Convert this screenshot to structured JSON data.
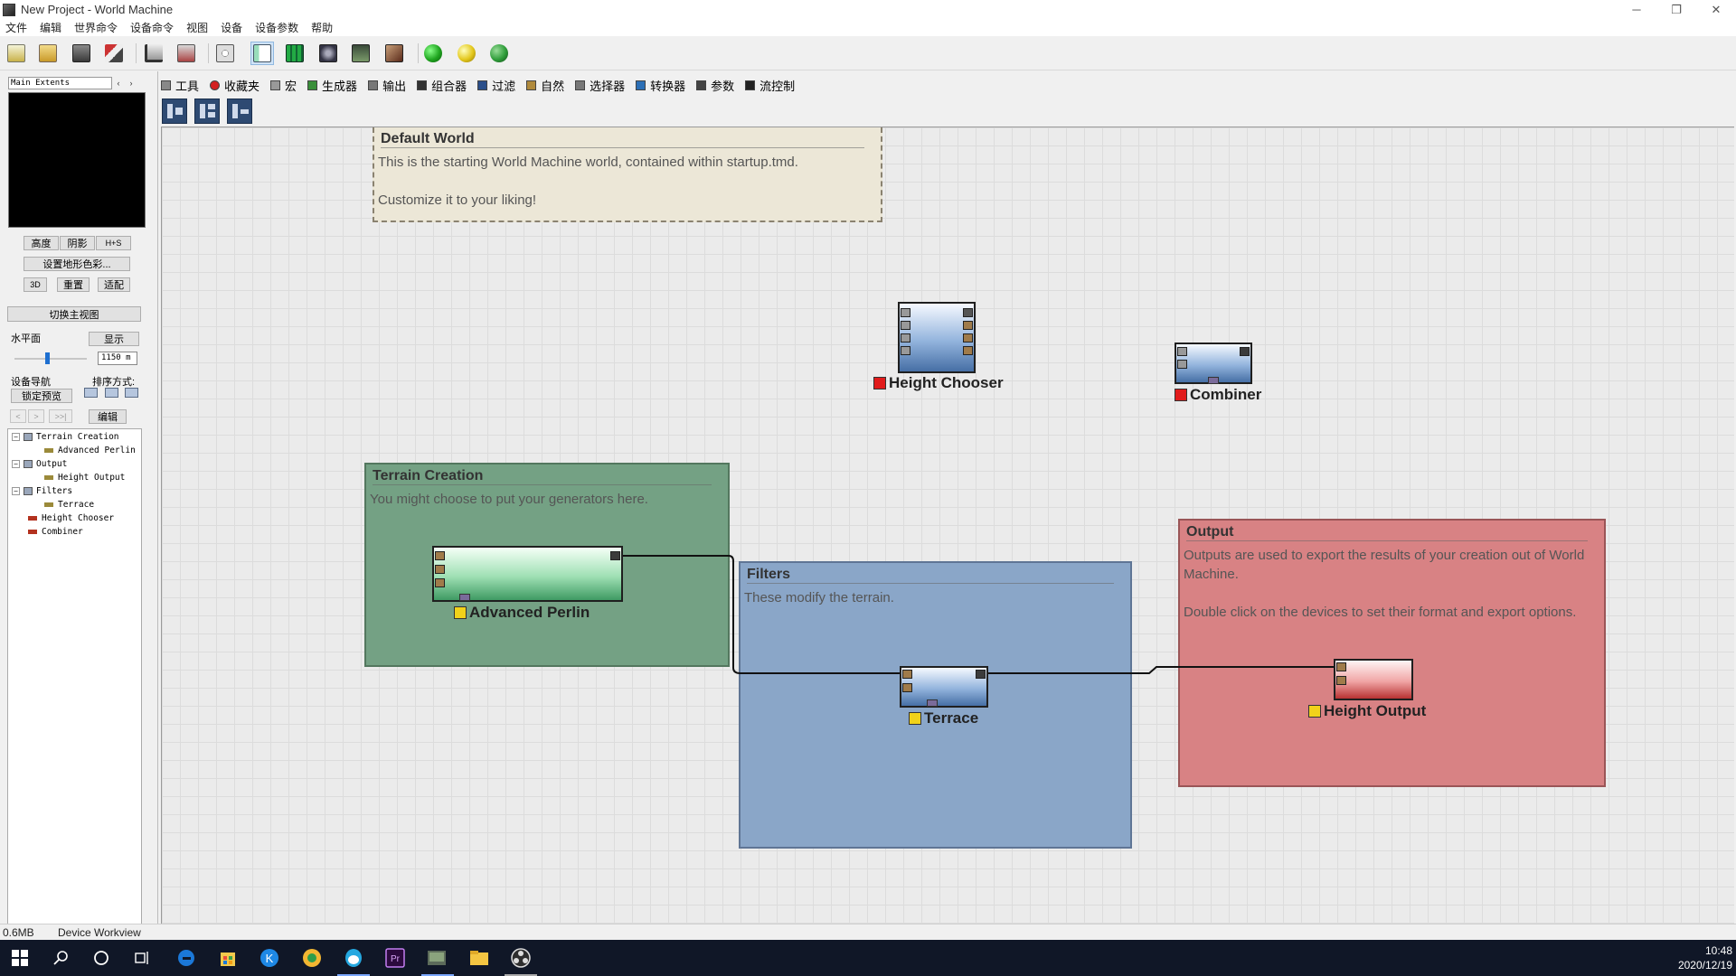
{
  "window": {
    "title": "New Project - World Machine",
    "minimize": "─",
    "maximize": "❐",
    "close": "✕"
  },
  "menu": [
    "文件",
    "编辑",
    "世界命令",
    "设备命令",
    "视图",
    "设备",
    "设备参数",
    "帮助"
  ],
  "toolbar": {
    "buttons": [
      "new-file-icon",
      "open-folder-icon",
      "save-icon",
      "settings-icon",
      "terrain-icon",
      "build-icon",
      "dice-icon",
      "device-workview-icon",
      "layout-icon",
      "world-icon",
      "render-icon",
      "texture-icon"
    ],
    "orbs": [
      {
        "name": "green-orb-icon",
        "color": "#1fa51f"
      },
      {
        "name": "yellow-orb-icon",
        "color": "#e3c71b"
      },
      {
        "name": "globe-icon",
        "color": "#2f9d3a"
      }
    ]
  },
  "left_panel": {
    "extents": "Main Extents",
    "ext_prev": "‹",
    "ext_next": "›",
    "view_buttons": [
      "高度",
      "阴影",
      "H+S"
    ],
    "set_colors": "设置地形色彩...",
    "view3d": "3D",
    "reset": "重置",
    "fit": "适配",
    "toggle_view": "切换主视图",
    "water_label": "水平面",
    "show": "显示",
    "water_value": "1150 m",
    "nav_label": "设备导航",
    "sort_label": "排序方式:",
    "lock_preview": "锁定预览",
    "nav_back": "<",
    "nav_forward": ">",
    "nav_end": ">>|",
    "edit": "编辑",
    "tree": [
      {
        "label": "Terrain Creation",
        "level": 0,
        "kind": "group",
        "expander": "−"
      },
      {
        "label": "Advanced Perlin",
        "level": 1,
        "kind": "item",
        "color": "#9b8a3a"
      },
      {
        "label": "Output",
        "level": 0,
        "kind": "group",
        "expander": "−"
      },
      {
        "label": "Height Output",
        "level": 1,
        "kind": "item",
        "color": "#9b8a3a"
      },
      {
        "label": "Filters",
        "level": 0,
        "kind": "group",
        "expander": "−"
      },
      {
        "label": "Terrace",
        "level": 1,
        "kind": "item",
        "color": "#9b8a3a"
      },
      {
        "label": "Height Chooser",
        "level": 0,
        "kind": "item",
        "color": "#b3321f"
      },
      {
        "label": "Combiner",
        "level": 0,
        "kind": "item",
        "color": "#b3321f"
      }
    ]
  },
  "tabs": [
    {
      "label": "工具",
      "color": "#555555"
    },
    {
      "label": "收藏夹",
      "color": "#d32020"
    },
    {
      "label": "宏",
      "color": "#777777"
    },
    {
      "label": "生成器",
      "color": "#3a8f3a"
    },
    {
      "label": "输出",
      "color": "#666666"
    },
    {
      "label": "组合器",
      "color": "#333333"
    },
    {
      "label": "过滤",
      "color": "#2b4f8a"
    },
    {
      "label": "自然",
      "color": "#9a7c3c"
    },
    {
      "label": "选择器",
      "color": "#666666"
    },
    {
      "label": "转换器",
      "color": "#2c6fb6"
    },
    {
      "label": "参数",
      "color": "#333333"
    },
    {
      "label": "流控制",
      "color": "#333333"
    }
  ],
  "canvas": {
    "groups": [
      {
        "name": "default-world-group",
        "title": "Default World",
        "desc": [
          "This is the starting World Machine world, contained within startup.tmd.",
          "Customize it to your liking!"
        ],
        "bg": "#ece7d7",
        "border": "#8a8270",
        "dashed": true
      },
      {
        "name": "terrain-creation-group",
        "title": "Terrain Creation",
        "desc": [
          "You might choose to put your generators here."
        ],
        "bg": "#74a184",
        "border": "#53775e",
        "dashed": false
      },
      {
        "name": "filters-group",
        "title": "Filters",
        "desc": [
          "These modify the terrain."
        ],
        "bg": "#8aa6c8",
        "border": "#5f7595",
        "dashed": false
      },
      {
        "name": "output-group",
        "title": "Output",
        "desc": [
          "Outputs are used to export the results of your creation out of World Machine.",
          "Double click on the devices to set their format and export options."
        ],
        "bg": "#d88284",
        "border": "#9a5557",
        "dashed": false
      }
    ],
    "devices": [
      {
        "name": "height-chooser-device",
        "label": "Height Chooser",
        "status": "#e11b1b"
      },
      {
        "name": "combiner-device",
        "label": "Combiner",
        "status": "#e11b1b"
      },
      {
        "name": "advanced-perlin-device",
        "label": "Advanced Perlin",
        "status": "#f1d21a"
      },
      {
        "name": "terrace-device",
        "label": "Terrace",
        "status": "#f1d21a"
      },
      {
        "name": "height-output-device",
        "label": "Height Output",
        "status": "#f1d21a"
      }
    ]
  },
  "status": {
    "memory": "0.6MB",
    "mode": "Device Workview"
  },
  "taskbar": {
    "icons": [
      "windows-start-icon",
      "search-icon",
      "cortana-icon",
      "task-view-icon",
      "edge-icon",
      "store-icon",
      "kugou-icon",
      "chrome-like-icon",
      "qq-icon",
      "premiere-icon",
      "world-machine-icon",
      "file-explorer-icon",
      "obs-icon"
    ],
    "time": "10:48",
    "date": "2020/12/19"
  }
}
